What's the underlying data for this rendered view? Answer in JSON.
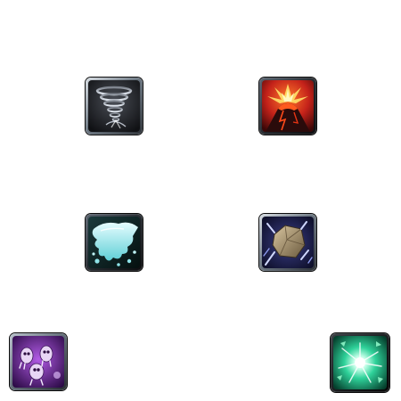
{
  "ability_icons": [
    {
      "id": "tornado",
      "icon": "tornado-icon",
      "accent": "#b7bdc6"
    },
    {
      "id": "volcano",
      "icon": "volcano-icon",
      "accent": "#e8471f"
    },
    {
      "id": "splash",
      "icon": "water-splash-icon",
      "accent": "#8fe3e8"
    },
    {
      "id": "boulder",
      "icon": "boulder-icon",
      "accent": "#6a77d8"
    },
    {
      "id": "claw",
      "icon": "shadow-claw-icon",
      "accent": "#8b3fc8"
    },
    {
      "id": "green-burst",
      "icon": "nature-burst-icon",
      "accent": "#3fe0a8"
    }
  ]
}
